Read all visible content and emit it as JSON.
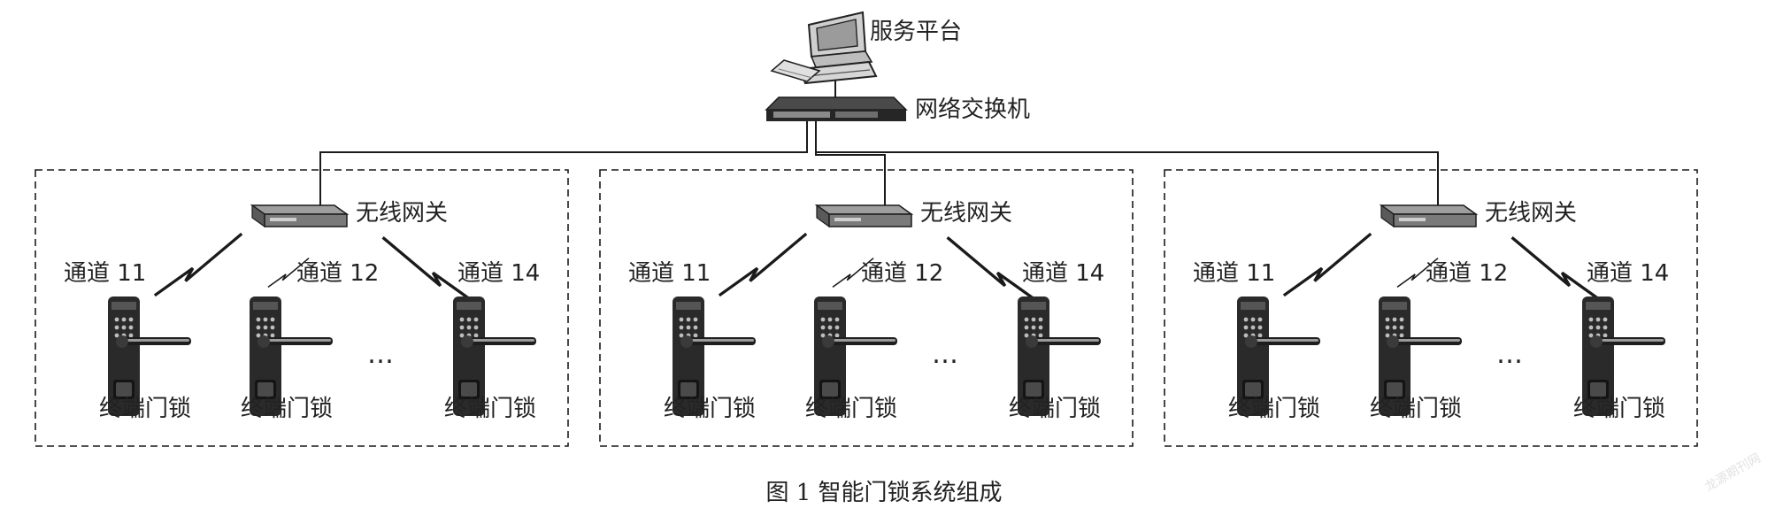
{
  "server": {
    "label": "服务平台"
  },
  "switch": {
    "label": "网络交换机"
  },
  "groups": [
    {
      "gateway_label": "无线网关",
      "locks": [
        {
          "channel": "通道 11",
          "label": "终端门锁"
        },
        {
          "channel": "通道 12",
          "label": "终端门锁"
        },
        {
          "channel": "通道 14",
          "label": "终端门锁"
        }
      ],
      "ellipsis": "…"
    },
    {
      "gateway_label": "无线网关",
      "locks": [
        {
          "channel": "通道 11",
          "label": "终端门锁"
        },
        {
          "channel": "通道 12",
          "label": "终端门锁"
        },
        {
          "channel": "通道 14",
          "label": "终端门锁"
        }
      ],
      "ellipsis": "…"
    },
    {
      "gateway_label": "无线网关",
      "locks": [
        {
          "channel": "通道 11",
          "label": "终端门锁"
        },
        {
          "channel": "通道 12",
          "label": "终端门锁"
        },
        {
          "channel": "通道 14",
          "label": "终端门锁"
        }
      ],
      "ellipsis": "…"
    }
  ],
  "caption": "图 1    智能门锁系统组成",
  "watermark": "龙源期刊网"
}
